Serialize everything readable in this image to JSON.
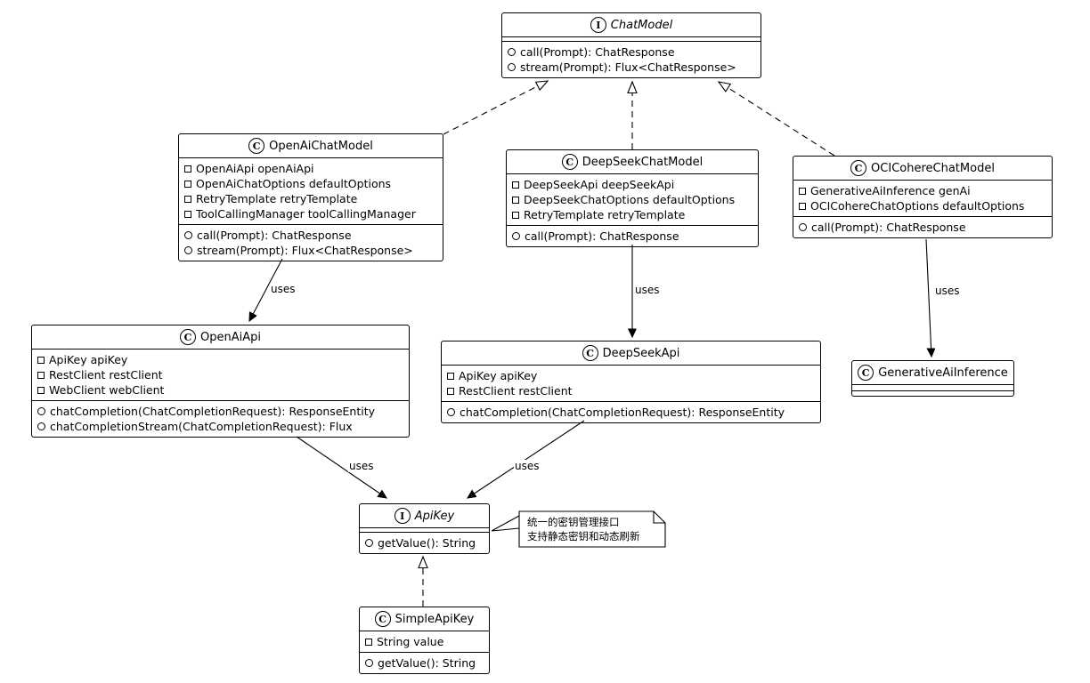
{
  "classes": {
    "chat_model": {
      "badge": "I",
      "name": "ChatModel",
      "kind": "interface",
      "methods": [
        "call(Prompt): ChatResponse",
        "stream(Prompt): Flux<ChatResponse>"
      ]
    },
    "open_ai_chat_model": {
      "badge": "C",
      "name": "OpenAiChatModel",
      "kind": "class",
      "fields": [
        "OpenAiApi openAiApi",
        "OpenAiChatOptions defaultOptions",
        "RetryTemplate retryTemplate",
        "ToolCallingManager toolCallingManager"
      ],
      "methods": [
        "call(Prompt): ChatResponse",
        "stream(Prompt): Flux<ChatResponse>"
      ]
    },
    "deep_seek_chat_model": {
      "badge": "C",
      "name": "DeepSeekChatModel",
      "kind": "class",
      "fields": [
        "DeepSeekApi deepSeekApi",
        "DeepSeekChatOptions defaultOptions",
        "RetryTemplate retryTemplate"
      ],
      "methods": [
        "call(Prompt): ChatResponse"
      ]
    },
    "oci_cohere_chat_model": {
      "badge": "C",
      "name": "OCICohereChatModel",
      "kind": "class",
      "fields": [
        "GenerativeAiInference genAi",
        "OCICohereChatOptions defaultOptions"
      ],
      "methods": [
        "call(Prompt): ChatResponse"
      ]
    },
    "open_ai_api": {
      "badge": "C",
      "name": "OpenAiApi",
      "kind": "class",
      "fields": [
        "ApiKey apiKey",
        "RestClient restClient",
        "WebClient webClient"
      ],
      "methods": [
        "chatCompletion(ChatCompletionRequest): ResponseEntity",
        "chatCompletionStream(ChatCompletionRequest): Flux"
      ]
    },
    "deep_seek_api": {
      "badge": "C",
      "name": "DeepSeekApi",
      "kind": "class",
      "fields": [
        "ApiKey apiKey",
        "RestClient restClient"
      ],
      "methods": [
        "chatCompletion(ChatCompletionRequest): ResponseEntity"
      ]
    },
    "generative_ai_inference": {
      "badge": "C",
      "name": "GenerativeAiInference",
      "kind": "class",
      "fields": [],
      "methods": []
    },
    "api_key": {
      "badge": "I",
      "name": "ApiKey",
      "kind": "interface",
      "methods": [
        "getValue(): String"
      ]
    },
    "simple_api_key": {
      "badge": "C",
      "name": "SimpleApiKey",
      "kind": "class",
      "fields": [
        "String value"
      ],
      "methods": [
        "getValue(): String"
      ]
    }
  },
  "relationships": [
    {
      "from": "OpenAiChatModel",
      "to": "ChatModel",
      "type": "realization",
      "label": ""
    },
    {
      "from": "DeepSeekChatModel",
      "to": "ChatModel",
      "type": "realization",
      "label": ""
    },
    {
      "from": "OCICohereChatModel",
      "to": "ChatModel",
      "type": "realization",
      "label": ""
    },
    {
      "from": "OpenAiChatModel",
      "to": "OpenAiApi",
      "type": "dependency",
      "label": "uses"
    },
    {
      "from": "DeepSeekChatModel",
      "to": "DeepSeekApi",
      "type": "dependency",
      "label": "uses"
    },
    {
      "from": "OCICohereChatModel",
      "to": "GenerativeAiInference",
      "type": "dependency",
      "label": "uses"
    },
    {
      "from": "OpenAiApi",
      "to": "ApiKey",
      "type": "dependency",
      "label": "uses"
    },
    {
      "from": "DeepSeekApi",
      "to": "ApiKey",
      "type": "dependency",
      "label": "uses"
    },
    {
      "from": "SimpleApiKey",
      "to": "ApiKey",
      "type": "realization",
      "label": ""
    }
  ],
  "note": {
    "attached_to": "ApiKey",
    "lines": [
      "统一的密钥管理接口",
      "支持静态密钥和动态刷新"
    ]
  }
}
